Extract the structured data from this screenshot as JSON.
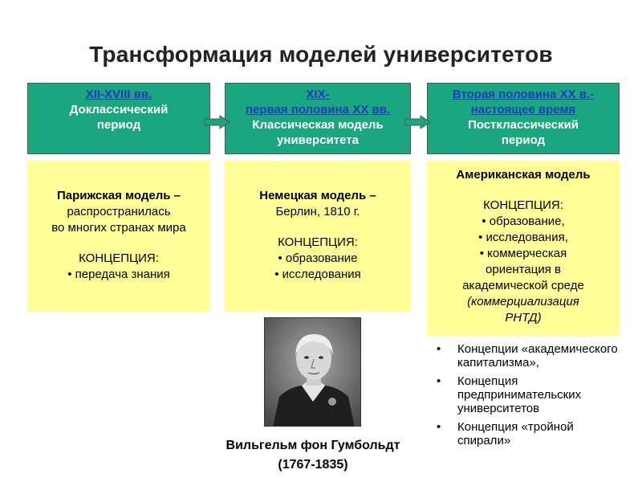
{
  "title": "Трансформация моделей университетов",
  "headers": [
    {
      "link": "XII-XVIII вв.",
      "lines": [
        "Доклассический",
        "период"
      ]
    },
    {
      "link_a": "XIX-",
      "link_b": "первая половина XX",
      "link_c": "вв.",
      "lines": [
        "Классическая модель",
        "университета"
      ]
    },
    {
      "link_a": "Вторая половина XX в.-",
      "link_b": "настоящее время",
      "lines": [
        "Постклассический",
        "период"
      ]
    }
  ],
  "boxes": [
    {
      "heading": "Парижская модель –",
      "lines": [
        "распространилась",
        "во многих странах мира"
      ],
      "concept": "КОНЦЕПЦИЯ:",
      "items": [
        "• передача знания"
      ]
    },
    {
      "heading": "Немецкая модель –",
      "lines": [
        "Берлин, 1810 г."
      ],
      "concept": "КОНЦЕПЦИЯ:",
      "items": [
        "• образование",
        "• исследования"
      ]
    },
    {
      "heading": "Американская модель",
      "concept": "КОНЦЕПЦИЯ:",
      "items": [
        "• образование,",
        "• исследования,",
        "• коммерческая",
        "ориентация в",
        "академической среде"
      ],
      "italic_lines": [
        "(коммерциализация",
        "РНТД)"
      ]
    }
  ],
  "caption": {
    "name": "Вильгельм фон Гумбольдт",
    "years": "(1767-1835)"
  },
  "bullets": [
    "Концепции «академического капитализма»,",
    "Концепция предпринимательских университетов",
    "Концепция «тройной спирали»"
  ],
  "colors": {
    "header_green": "#1aa67e",
    "box_yellow": "#ffff99",
    "link_blue": "#1f3cc2"
  },
  "icons": [
    "arrow-right-icon",
    "portrait-image"
  ]
}
